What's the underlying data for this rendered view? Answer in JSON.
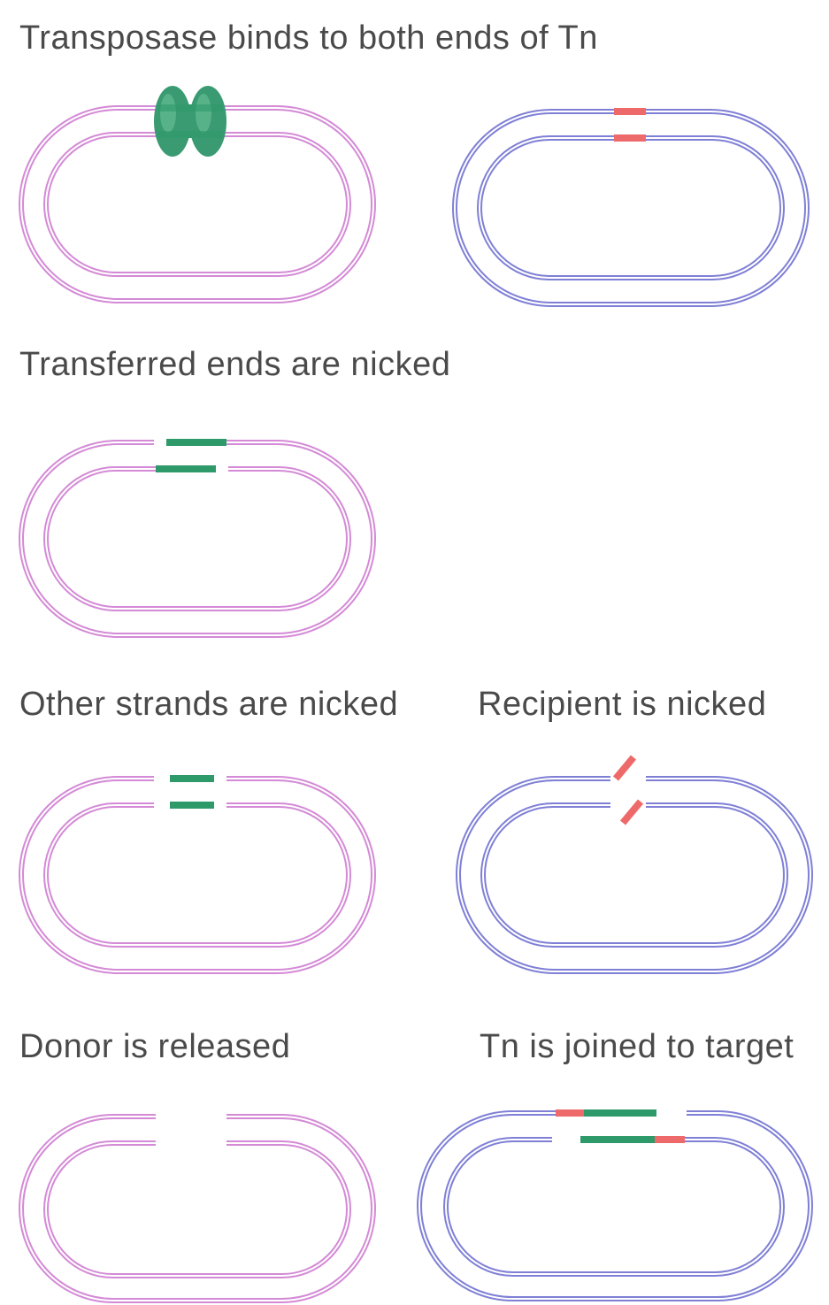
{
  "captions": {
    "step1": "Transposase binds to both ends of Tn",
    "step2": "Transferred ends are nicked",
    "step3_left": "Other strands are nicked",
    "step3_right": "Recipient is nicked",
    "step4_left": "Donor is released",
    "step4_right": "Tn is joined to target"
  },
  "colors": {
    "donor_strand": "#d48ad6",
    "recipient_strand": "#7f7fd6",
    "transposon": "#2e9a6a",
    "target_site": "#ee6a6a",
    "transposase": "#2e9a6a"
  }
}
